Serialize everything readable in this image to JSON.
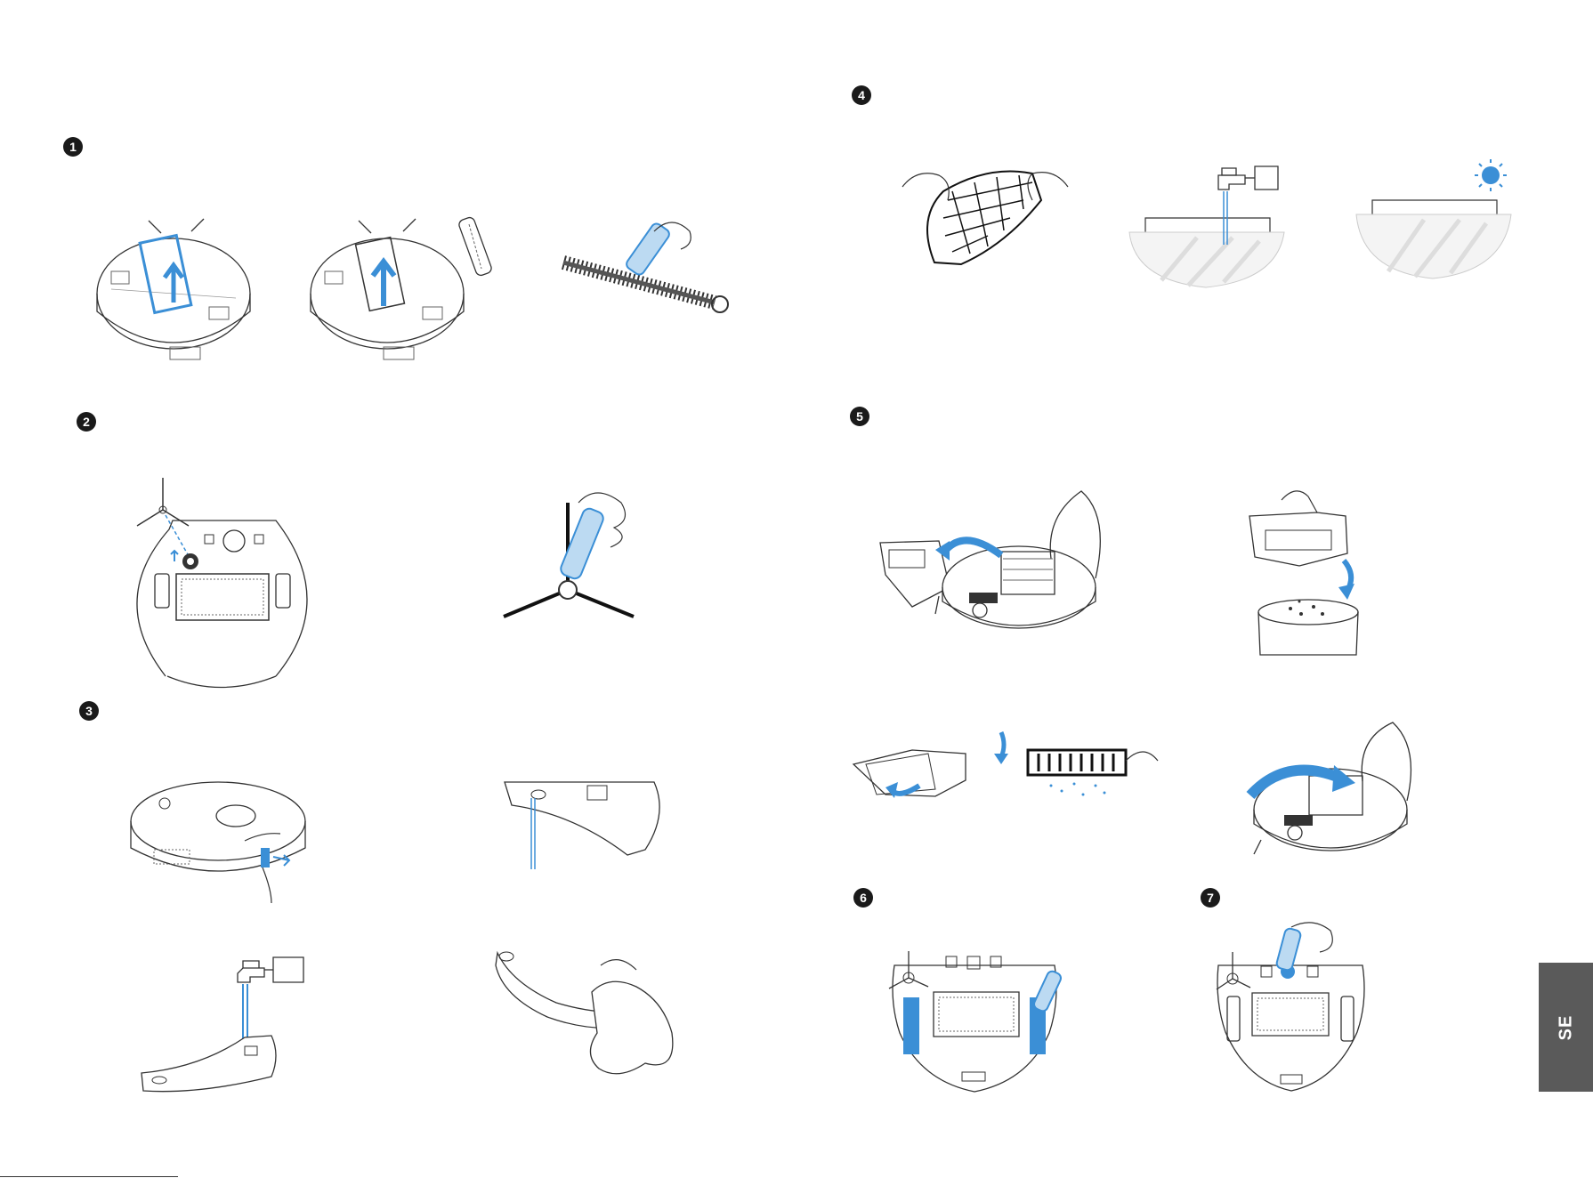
{
  "steps": [
    "1",
    "2",
    "3",
    "4",
    "5",
    "6",
    "7"
  ],
  "language_tab": "SE",
  "colors": {
    "accent": "#3b8fd6",
    "line": "#333333",
    "badge": "#1a1a1a",
    "tab": "#5a5a5a"
  },
  "icons": {
    "step1": [
      "robot-bottom-brush-guard-icon",
      "robot-bottom-brush-removed-icon",
      "main-brush-cleaning-icon"
    ],
    "step2": [
      "side-brush-removal-icon",
      "side-brush-cleaning-icon"
    ],
    "step3": [
      "water-tank-removal-icon",
      "water-tank-drain-icon",
      "water-tank-rinse-icon",
      "water-tank-wipe-icon"
    ],
    "step4": [
      "mop-pad-removal-icon",
      "mop-pad-wash-icon",
      "mop-pad-dry-icon"
    ],
    "step5": [
      "dustbin-removal-icon",
      "dustbin-empty-icon",
      "filter-cleaning-icon",
      "dustbin-reinsert-icon"
    ],
    "step6": [
      "cliff-sensor-cleaning-icon"
    ],
    "step7": [
      "charging-contacts-cleaning-icon"
    ]
  }
}
